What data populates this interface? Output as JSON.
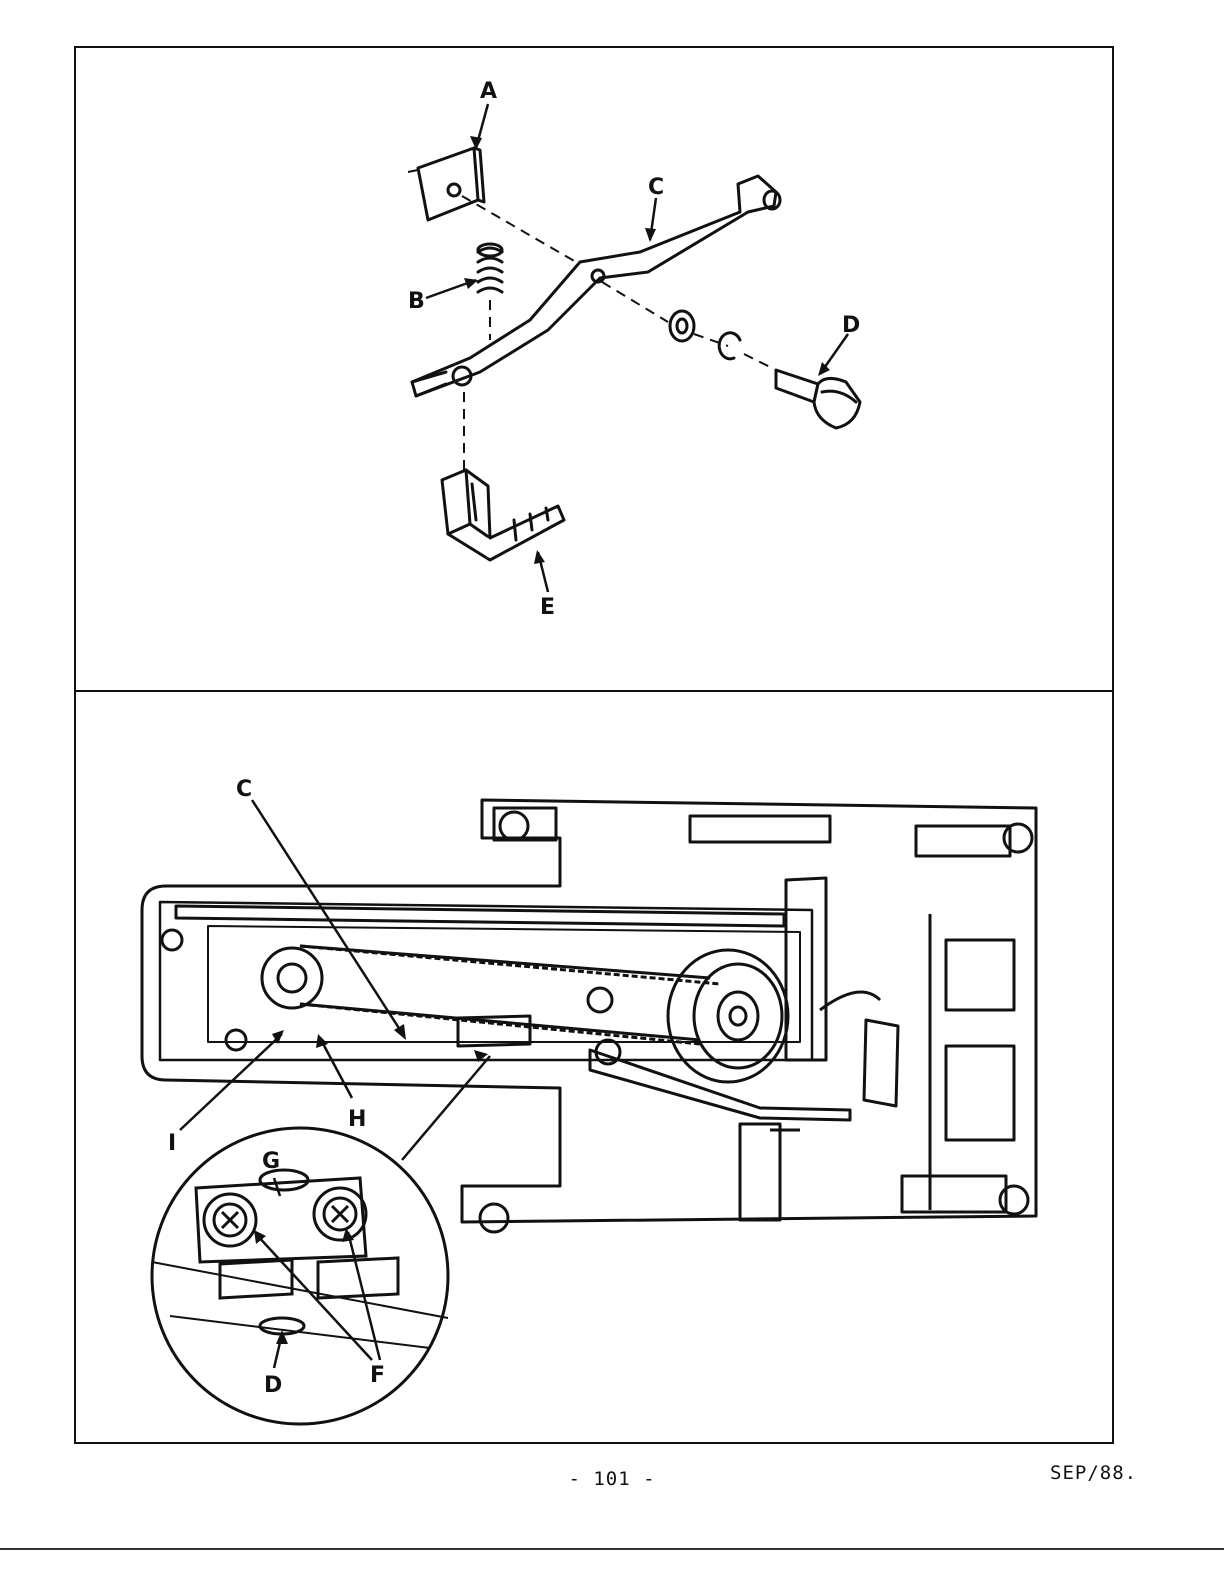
{
  "top_figure": {
    "labels": {
      "a": "A",
      "b": "B",
      "c": "C",
      "d": "D",
      "e": "E"
    }
  },
  "bottom_figure": {
    "labels": {
      "c": "C",
      "h": "H",
      "i": "I",
      "g": "G",
      "f": "F",
      "d": "D"
    }
  },
  "footer": {
    "page_number": "- 101 -",
    "date": "SEP/88."
  }
}
